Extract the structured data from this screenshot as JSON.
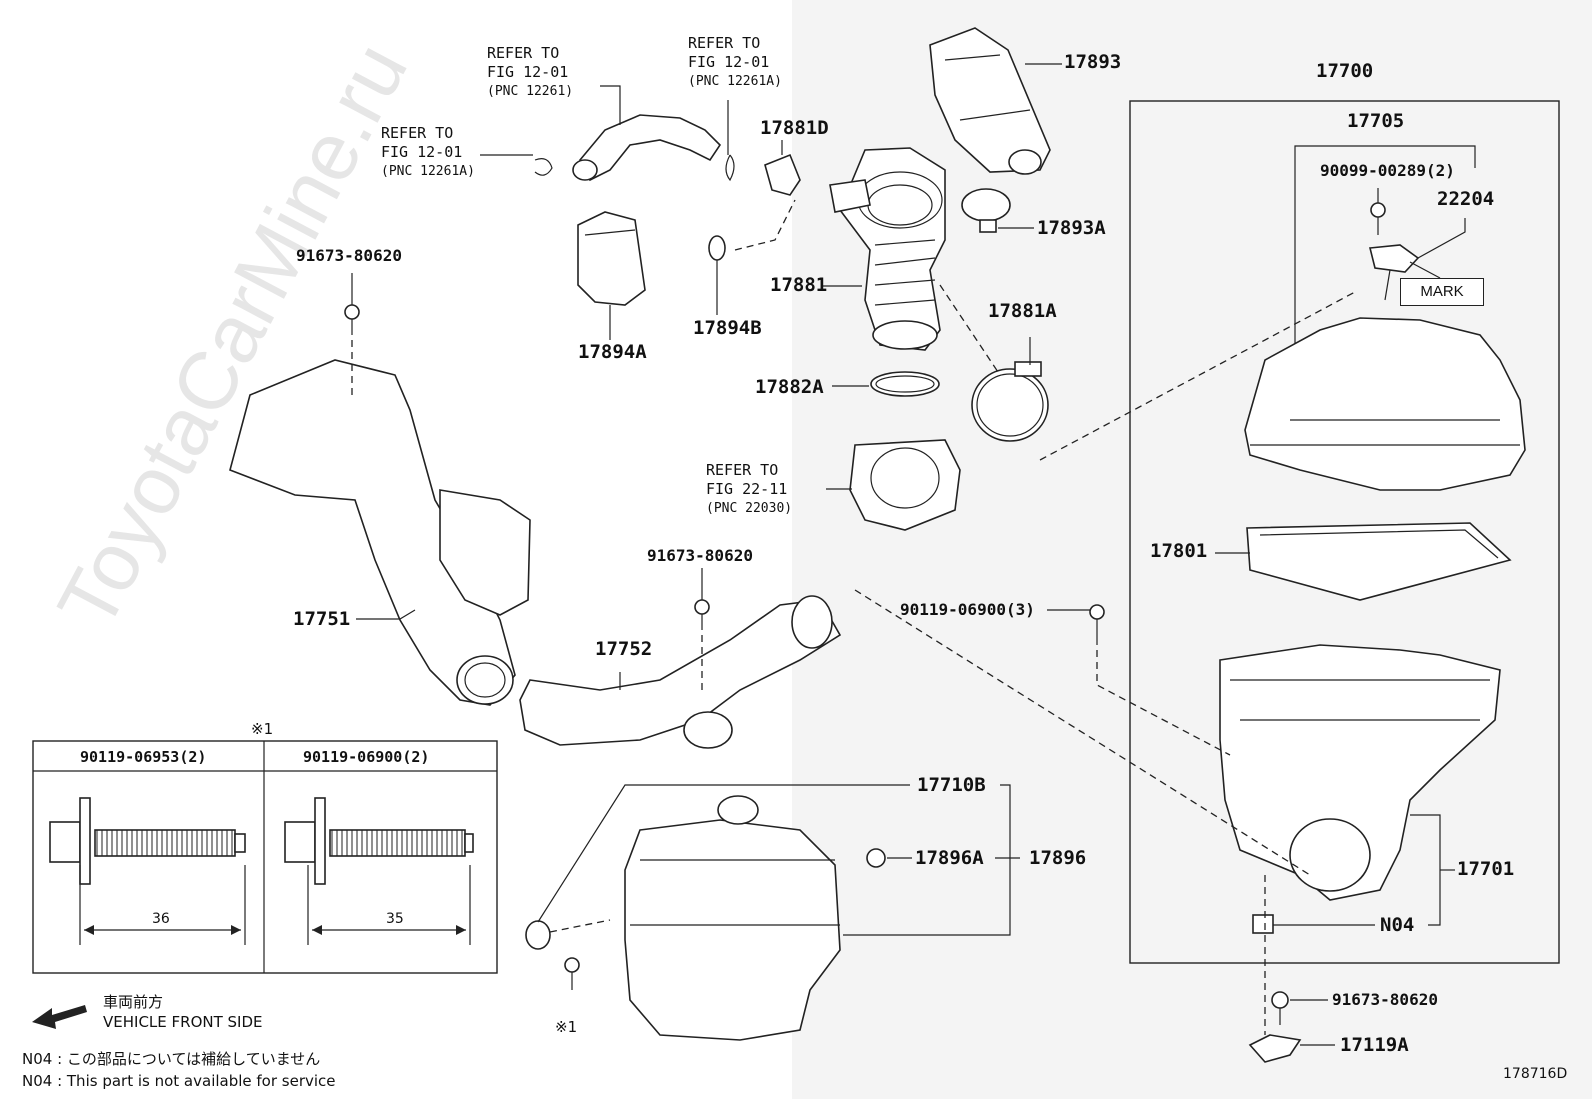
{
  "watermark": "ToyotaCarMine.ru",
  "labels": {
    "p17893": "17893",
    "p17700": "17700",
    "p17705": "17705",
    "p90099": "90099-00289(2)",
    "p22204": "22204",
    "mark": "MARK",
    "p17881D": "17881D",
    "p17893A": "17893A",
    "p91673_a": "91673-80620",
    "p17881": "17881",
    "p17894A": "17894A",
    "p17894B": "17894B",
    "p17881A": "17881A",
    "p17882A": "17882A",
    "p17801": "17801",
    "p91673_b": "91673-80620",
    "p90119_3": "90119-06900(3)",
    "p17751": "17751",
    "p17752": "17752",
    "p17710B": "17710B",
    "p17896A": "17896A",
    "p17896": "17896",
    "p17701": "17701",
    "pN04": "N04",
    "p91673_c": "91673-80620",
    "p17119A": "17119A",
    "fig_code": "178716D"
  },
  "refs": {
    "r1": {
      "line1": "REFER TO",
      "line2": "FIG 12-01",
      "pnc": "(PNC 12261)"
    },
    "r2": {
      "line1": "REFER TO",
      "line2": "FIG 12-01",
      "pnc": "(PNC 12261A)"
    },
    "r3": {
      "line1": "REFER TO",
      "line2": "FIG 12-01",
      "pnc": "(PNC 12261A)"
    },
    "r4": {
      "line1": "REFER TO",
      "line2": "FIG 22-11",
      "pnc": "(PNC 22030)"
    }
  },
  "bolt_table": {
    "marker": "※1",
    "col1": {
      "part": "90119-06953(2)",
      "length": "36"
    },
    "col2": {
      "part": "90119-06900(2)",
      "length": "35"
    }
  },
  "marker_1": "※1",
  "direction": {
    "jp": "車両前方",
    "en": "VEHICLE FRONT SIDE"
  },
  "notes": {
    "jp": "N04 : この部品については補給していません",
    "en": "N04 : This part is not available for service"
  }
}
